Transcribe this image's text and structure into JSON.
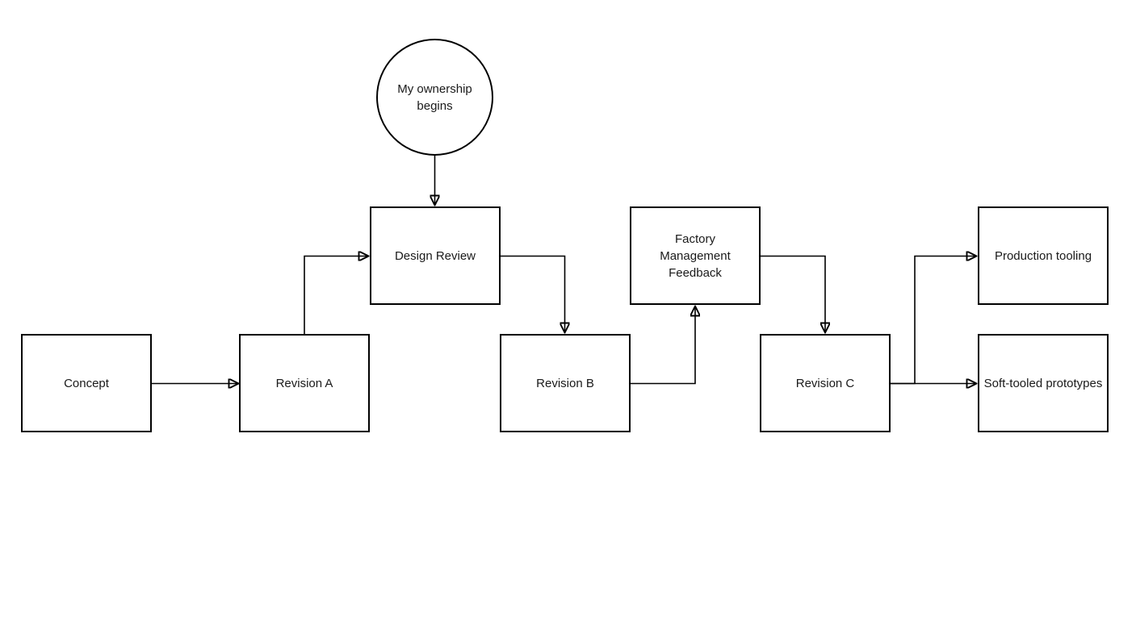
{
  "diagram": {
    "background_color": "#ffffff",
    "stroke_color": "#000000",
    "text_color": "#1a1a1a",
    "nodes": [
      {
        "id": "start",
        "shape": "circle",
        "label": "My ownership begins"
      },
      {
        "id": "concept",
        "shape": "rect",
        "label": "Concept"
      },
      {
        "id": "revision-a",
        "shape": "rect",
        "label": "Revision A"
      },
      {
        "id": "design-review",
        "shape": "rect",
        "label": "Design Review"
      },
      {
        "id": "revision-b",
        "shape": "rect",
        "label": "Revision B"
      },
      {
        "id": "factory-management-feedback",
        "shape": "rect",
        "label": "Factory Management Feedback"
      },
      {
        "id": "revision-c",
        "shape": "rect",
        "label": "Revision C"
      },
      {
        "id": "production-tooling",
        "shape": "rect",
        "label": "Production tooling"
      },
      {
        "id": "soft-tooled-prototypes",
        "shape": "rect",
        "label": "Soft-tooled prototypes"
      }
    ],
    "edges": [
      {
        "from": "start",
        "to": "design-review"
      },
      {
        "from": "concept",
        "to": "revision-a"
      },
      {
        "from": "revision-a",
        "to": "design-review"
      },
      {
        "from": "design-review",
        "to": "revision-b"
      },
      {
        "from": "revision-b",
        "to": "factory-management-feedback"
      },
      {
        "from": "factory-management-feedback",
        "to": "revision-c"
      },
      {
        "from": "revision-c",
        "to": "production-tooling"
      },
      {
        "from": "revision-c",
        "to": "soft-tooled-prototypes"
      }
    ]
  }
}
